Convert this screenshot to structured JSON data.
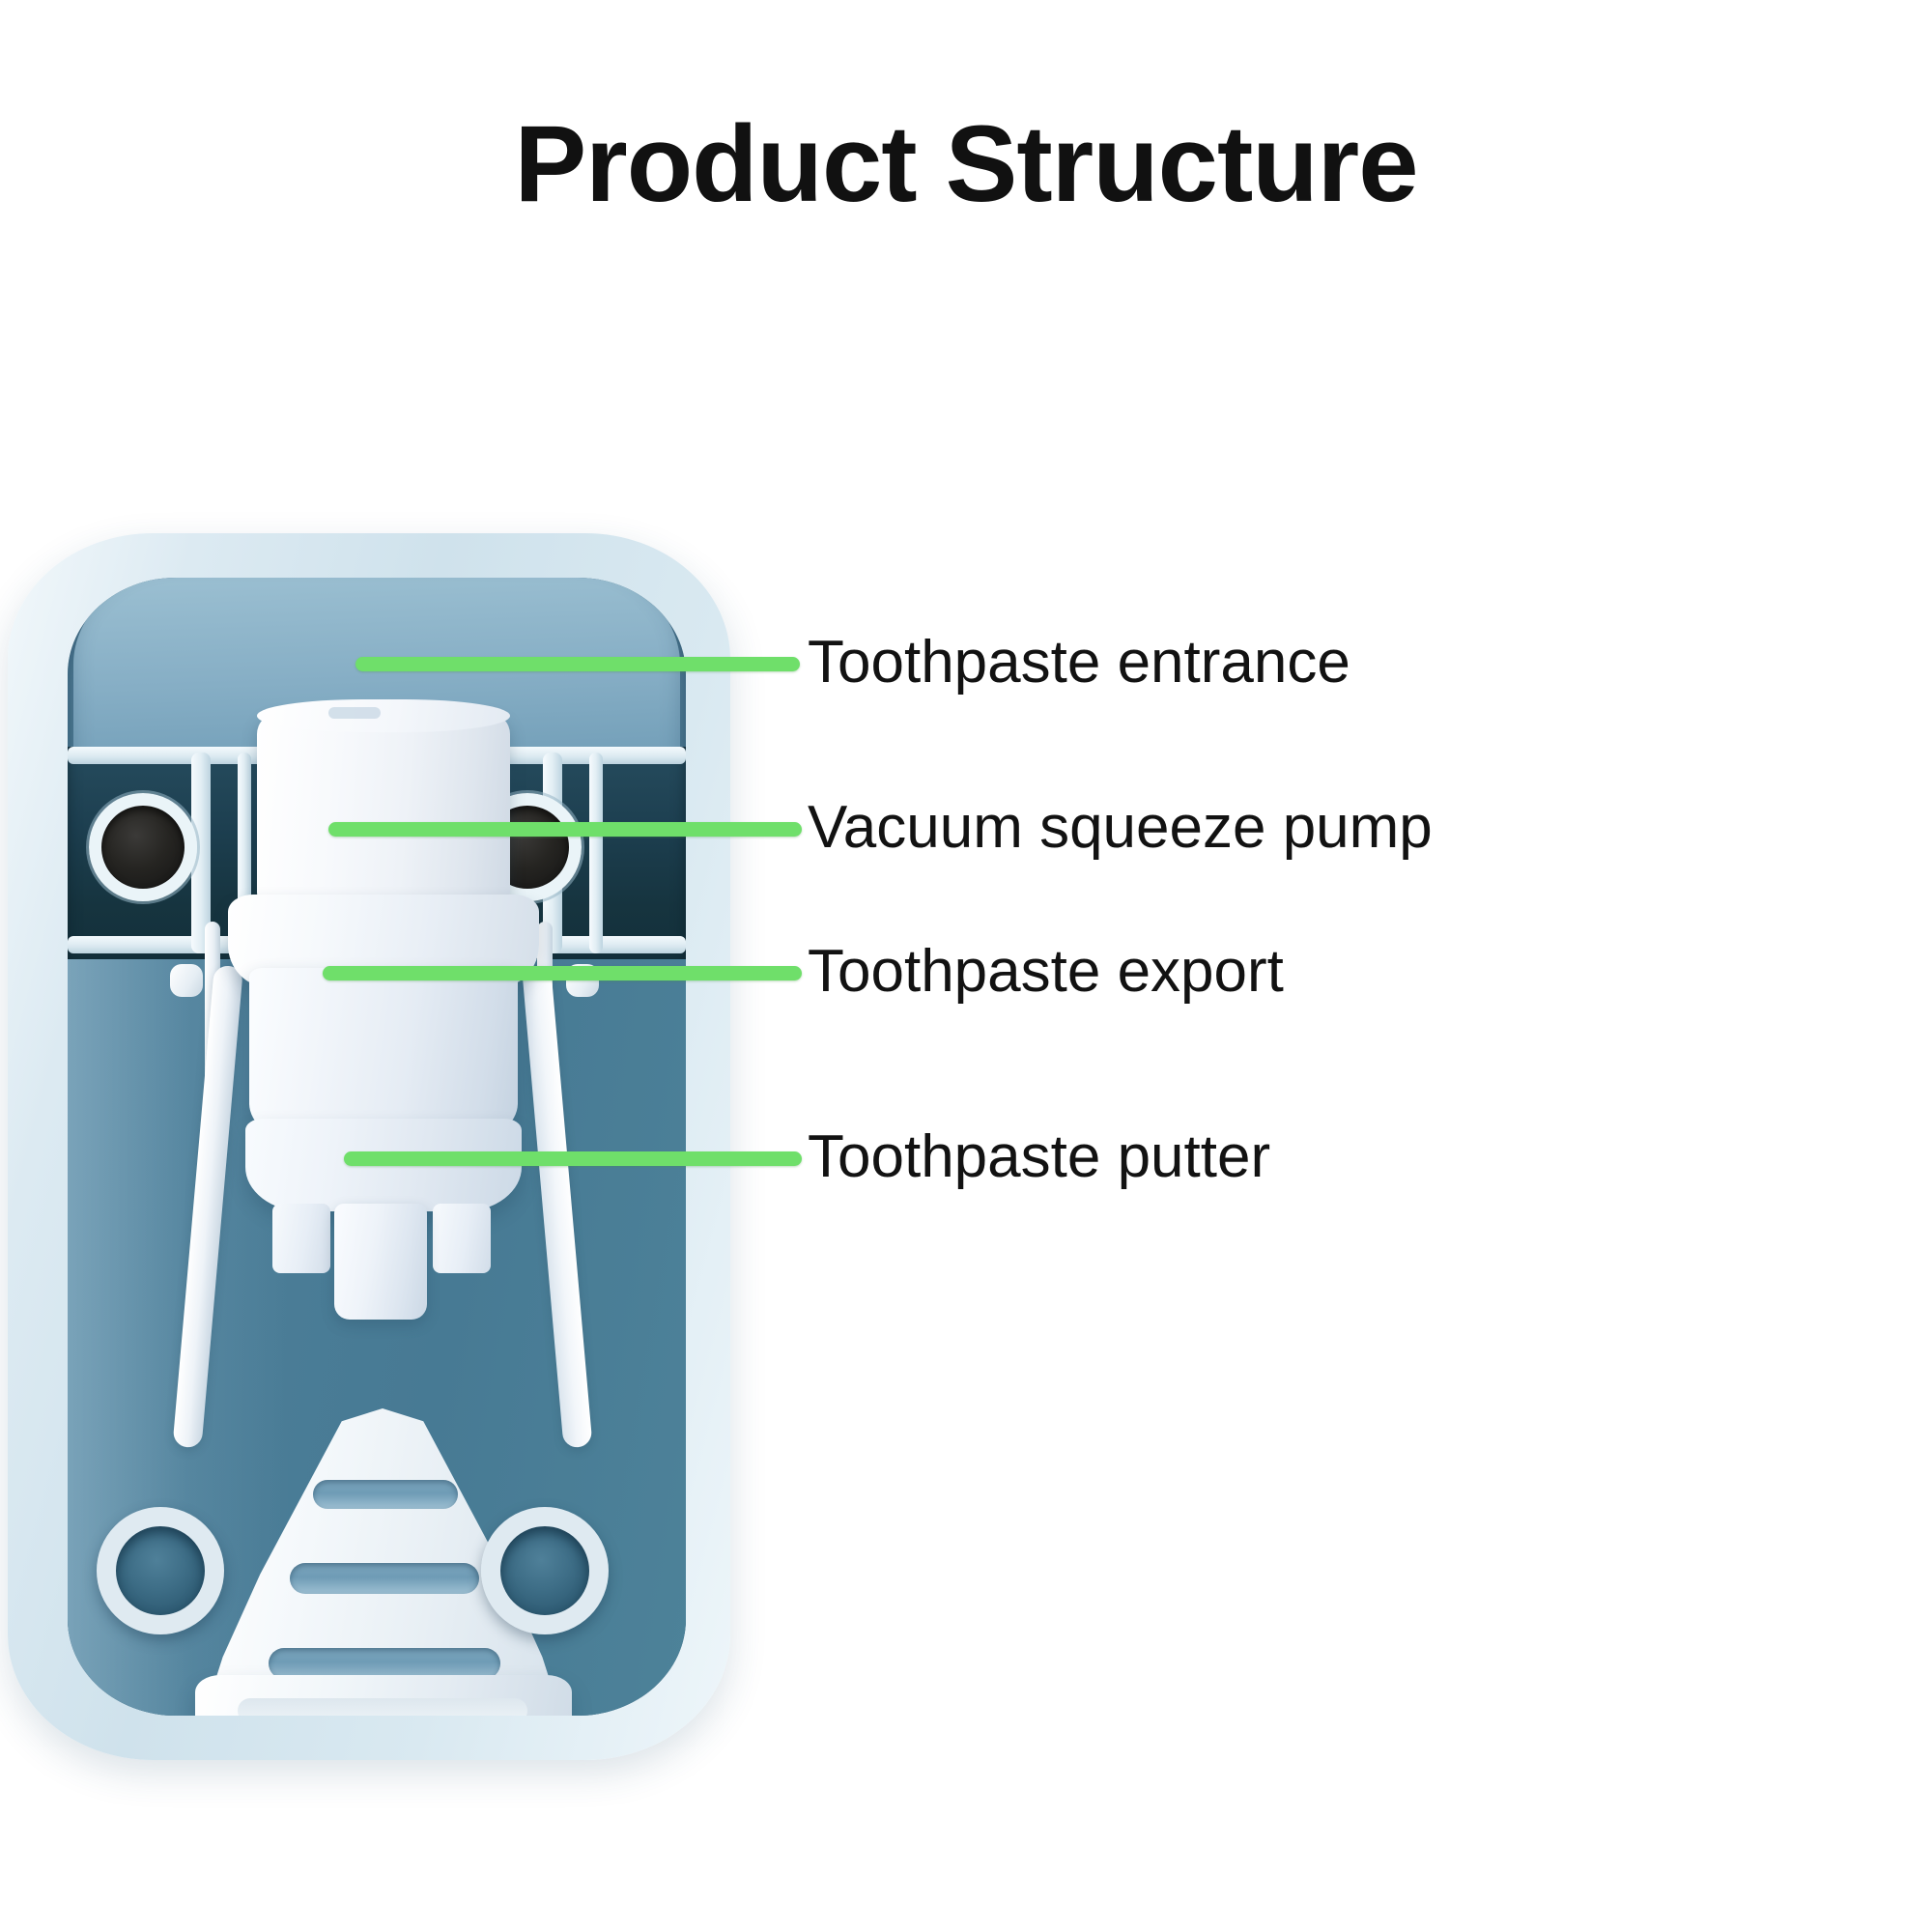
{
  "page": {
    "title": "Product Structure",
    "background_color": "#ffffff"
  },
  "colors": {
    "title_text": "#111111",
    "label_text": "#121212",
    "leader_line_green": "#6FDF6A",
    "shell_light_blue": "#DCEAF2",
    "cavity_blue": "#477A94",
    "cavity_top_blue": "#86AEC5",
    "recess_dark": "#16343F",
    "part_white": "#FFFFFF",
    "part_shadow_blue": "#CFD9E4"
  },
  "product": {
    "name": "toothpaste-dispenser-housing",
    "description": "Wall-mounted automatic toothpaste dispenser, back housing cut-away view",
    "parts": [
      {
        "id": "shell",
        "name": "outer-shell"
      },
      {
        "id": "cavity",
        "name": "inner-cavity"
      },
      {
        "id": "bracket",
        "name": "mounting-bracket-bar"
      },
      {
        "id": "entrance",
        "name": "toothpaste-entrance-cylinder"
      },
      {
        "id": "pump",
        "name": "vacuum-squeeze-pump-body"
      },
      {
        "id": "export",
        "name": "toothpaste-export-nozzle"
      },
      {
        "id": "putter",
        "name": "toothpaste-putter-paddle"
      }
    ]
  },
  "callouts": [
    {
      "id": "callout-1",
      "label": "Toothpaste entrance",
      "target_part": "toothpaste-entrance-cylinder",
      "line_color": "#6FDF6A"
    },
    {
      "id": "callout-2",
      "label": "Vacuum squeeze pump",
      "target_part": "vacuum-squeeze-pump-body",
      "line_color": "#6FDF6A"
    },
    {
      "id": "callout-3",
      "label": "Toothpaste export",
      "target_part": "toothpaste-export-nozzle",
      "line_color": "#6FDF6A"
    },
    {
      "id": "callout-4",
      "label": "Toothpaste putter",
      "target_part": "toothpaste-putter-paddle",
      "line_color": "#6FDF6A"
    }
  ]
}
